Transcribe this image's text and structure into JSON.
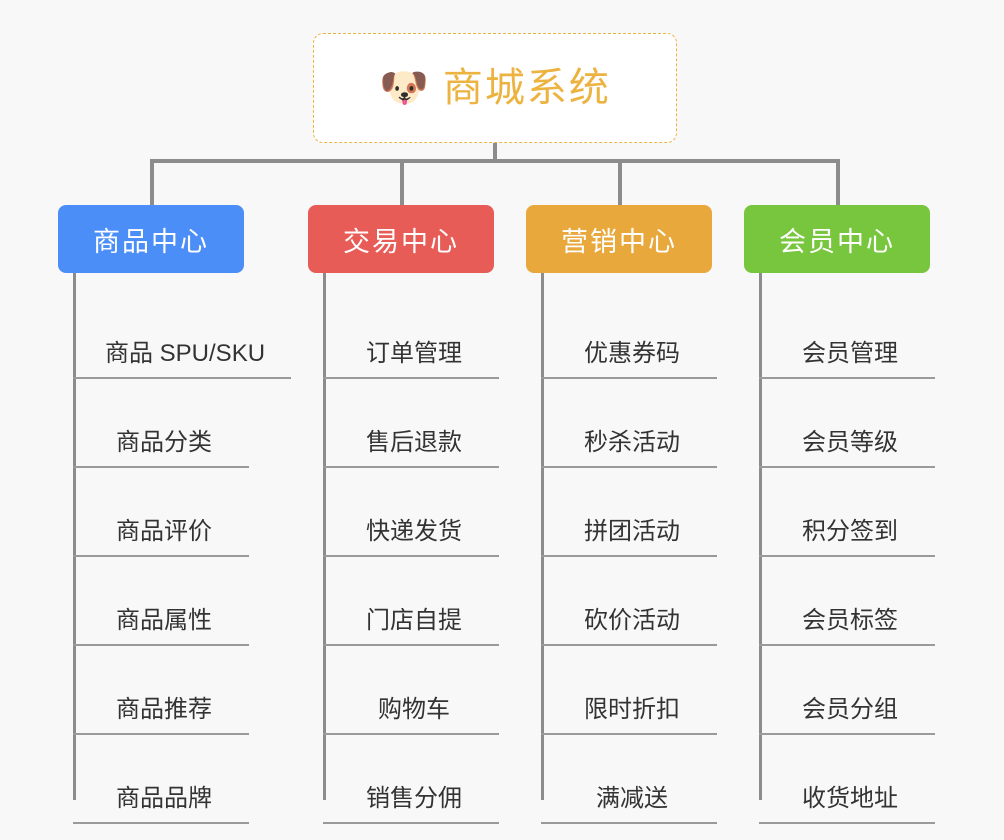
{
  "root": {
    "icon": "dog-face-emoji",
    "emoji": "🐶",
    "title": "商城系统",
    "accent_color": "#edb340",
    "border_style": "dashed"
  },
  "canvas": {
    "background_color": "#f8f8f8",
    "connector_color": "#8c8c8c"
  },
  "branches": [
    {
      "title": "商品中心",
      "color": "#4c8ef7",
      "items": [
        "商品 SPU/SKU",
        "商品分类",
        "商品评价",
        "商品属性",
        "商品推荐",
        "商品品牌"
      ]
    },
    {
      "title": "交易中心",
      "color": "#e85c58",
      "items": [
        "订单管理",
        "售后退款",
        "快递发货",
        "门店自提",
        "购物车",
        "销售分佣"
      ]
    },
    {
      "title": "营销中心",
      "color": "#e8a83c",
      "items": [
        "优惠券码",
        "秒杀活动",
        "拼团活动",
        "砍价活动",
        "限时折扣",
        "满减送"
      ]
    },
    {
      "title": "会员中心",
      "color": "#77c63d",
      "items": [
        "会员管理",
        "会员等级",
        "积分签到",
        "会员标签",
        "会员分组",
        "收货地址"
      ]
    }
  ]
}
